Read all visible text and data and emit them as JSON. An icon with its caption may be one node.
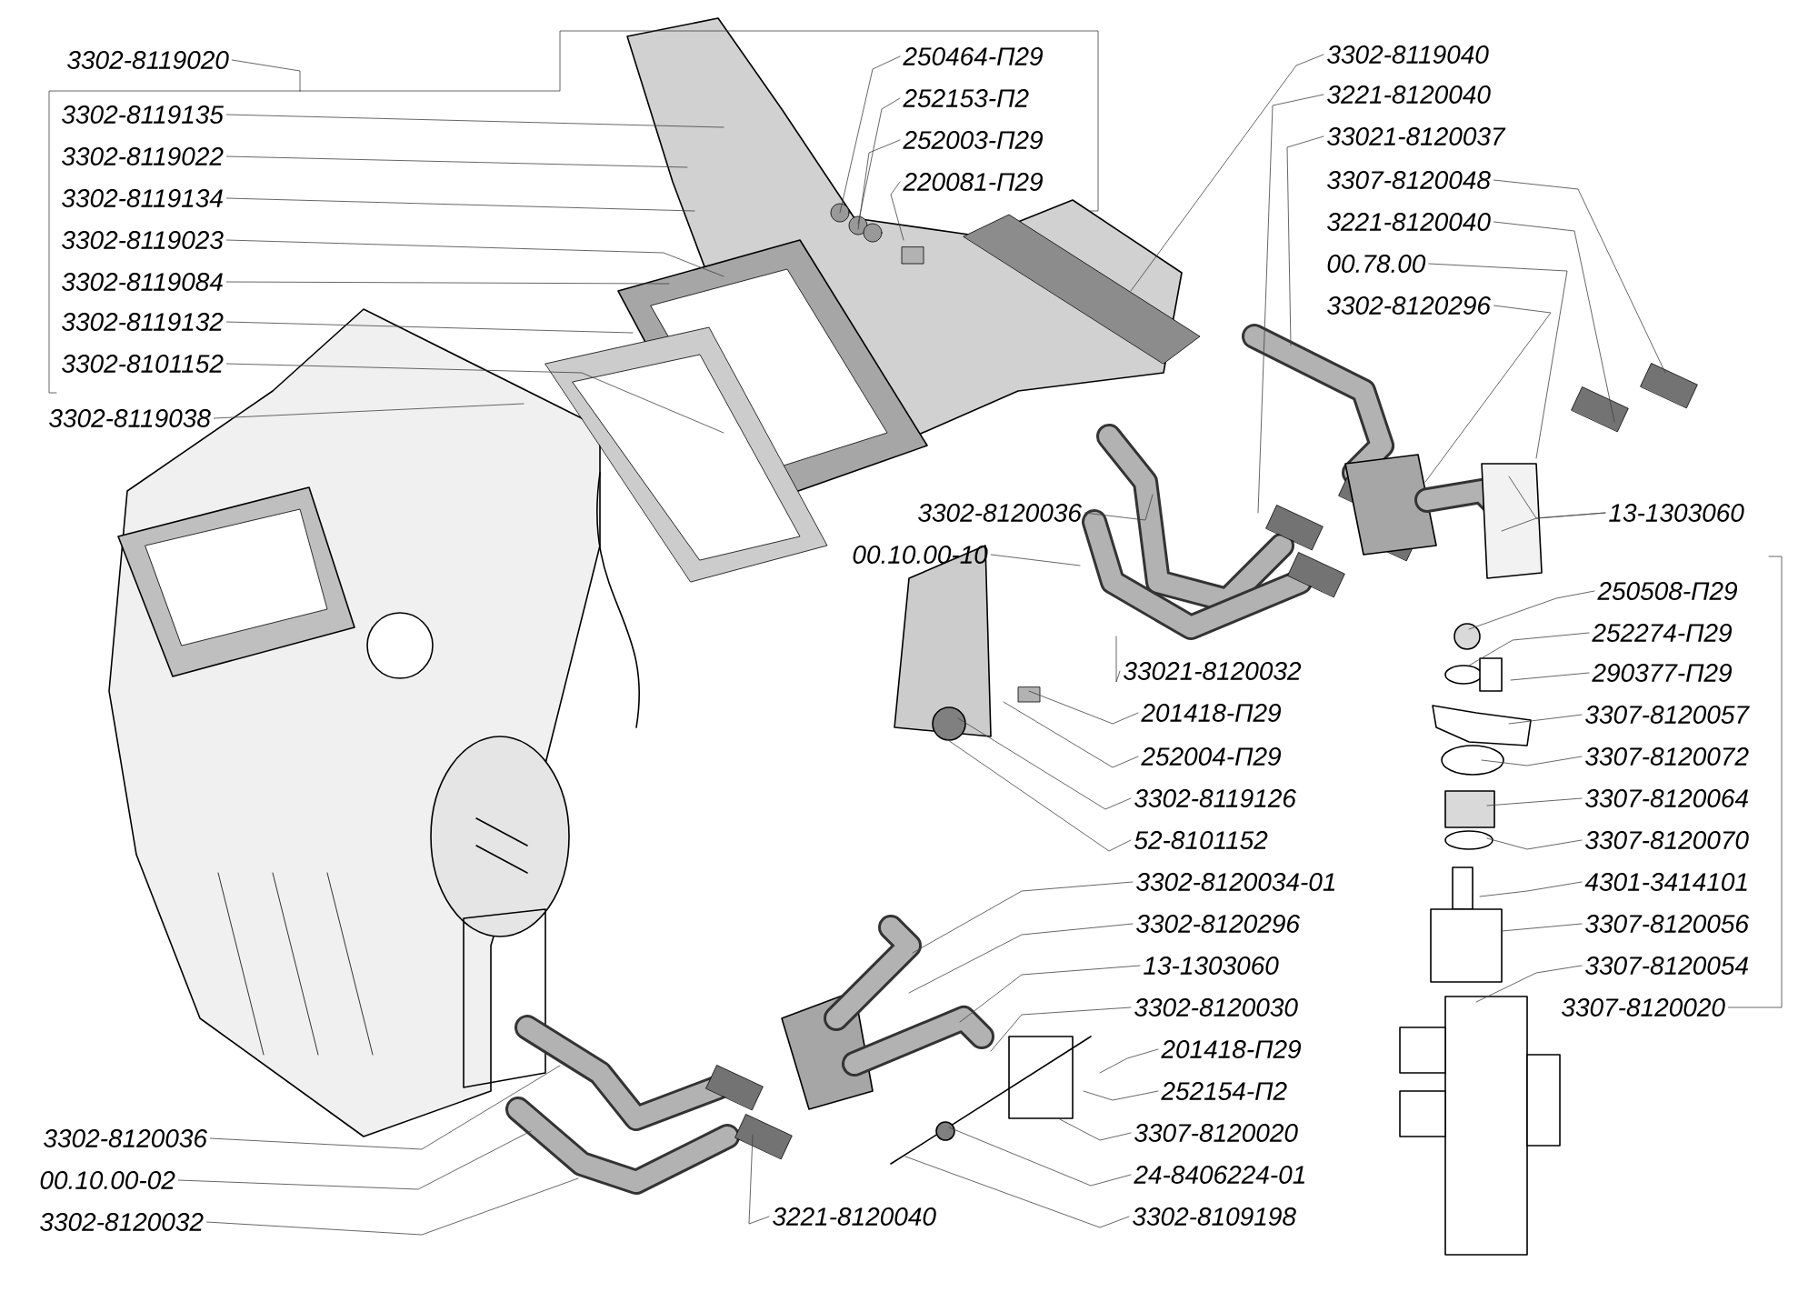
{
  "diagram": {
    "nodes": [
      {
        "text": [
          "3302-8119020"
        ]
      },
      {
        "text": [
          "3302-8119135"
        ]
      },
      {
        "text": [
          "3302-8119022"
        ]
      },
      {
        "text": [
          "3302-8119134"
        ]
      },
      {
        "text": [
          "3302-8119023"
        ]
      },
      {
        "text": [
          "3302-8119084"
        ]
      },
      {
        "text": [
          "3302-8119132"
        ]
      },
      {
        "text": [
          "3302-8101152"
        ]
      },
      {
        "text": [
          "3302-8119038"
        ]
      },
      {
        "text": [
          "250464-П29"
        ]
      },
      {
        "text": [
          "252153-П2"
        ]
      },
      {
        "text": [
          "252003-П29"
        ]
      },
      {
        "text": [
          "220081-П29"
        ]
      },
      {
        "text": [
          "3302-8119040"
        ]
      },
      {
        "text": [
          "3221-8120040"
        ]
      },
      {
        "text": [
          "33021-8120037"
        ]
      },
      {
        "text": [
          "3307-8120048"
        ]
      },
      {
        "text": [
          "3221-8120040"
        ]
      },
      {
        "text": [
          "00.78.00"
        ]
      },
      {
        "text": [
          "3302-8120296"
        ]
      },
      {
        "text": [
          "13-1303060"
        ]
      },
      {
        "text": [
          "3302-8120036"
        ]
      },
      {
        "text": [
          "00.10.00-10"
        ]
      },
      {
        "text": [
          "33021-8120032"
        ]
      },
      {
        "text": [
          "201418-П29"
        ]
      },
      {
        "text": [
          "252004-П29"
        ]
      },
      {
        "text": [
          "3302-8119126"
        ]
      },
      {
        "text": [
          "52-8101152"
        ]
      },
      {
        "text": [
          "250508-П29"
        ]
      },
      {
        "text": [
          "252274-П29"
        ]
      },
      {
        "text": [
          "290377-П29"
        ]
      },
      {
        "text": [
          "3307-8120057"
        ]
      },
      {
        "text": [
          "3307-8120072"
        ]
      },
      {
        "text": [
          "3307-8120064"
        ]
      },
      {
        "text": [
          "3307-8120070"
        ]
      },
      {
        "text": [
          "4301-3414101"
        ]
      },
      {
        "text": [
          "3307-8120056"
        ]
      },
      {
        "text": [
          "3307-8120054"
        ]
      },
      {
        "text": [
          "3307-8120020"
        ]
      },
      {
        "text": [
          "3302-8120034-01"
        ]
      },
      {
        "text": [
          "3302-8120296"
        ]
      },
      {
        "text": [
          "13-1303060"
        ]
      },
      {
        "text": [
          "3302-8120030"
        ]
      },
      {
        "text": [
          "201418-П29"
        ]
      },
      {
        "text": [
          "252154-П2"
        ]
      },
      {
        "text": [
          "3307-8120020"
        ]
      },
      {
        "text": [
          "24-8406224-01"
        ]
      },
      {
        "text": [
          "3302-8109198"
        ]
      },
      {
        "text": [
          "3221-8120040"
        ]
      },
      {
        "text": [
          "3302-8120036"
        ]
      },
      {
        "text": [
          "00.10.00-02"
        ]
      },
      {
        "text": [
          "3302-8120032"
        ]
      }
    ],
    "edges": [
      {
        "from": 0,
        "to": null,
        "arrow": "none"
      },
      {
        "from": 1,
        "to": null,
        "arrow": "none"
      },
      {
        "from": 2,
        "to": null,
        "arrow": "none"
      },
      {
        "from": 3,
        "to": null,
        "arrow": "none"
      },
      {
        "from": 4,
        "to": null,
        "arrow": "none"
      },
      {
        "from": 5,
        "to": null,
        "arrow": "none"
      },
      {
        "from": 6,
        "to": null,
        "arrow": "none"
      },
      {
        "from": 7,
        "to": null,
        "arrow": "none"
      },
      {
        "from": 8,
        "to": null,
        "arrow": "none"
      },
      {
        "from": 9,
        "to": null,
        "arrow": "none"
      },
      {
        "from": 10,
        "to": null,
        "arrow": "none"
      },
      {
        "from": 11,
        "to": null,
        "arrow": "none"
      },
      {
        "from": 12,
        "to": null,
        "arrow": "none"
      },
      {
        "from": 13,
        "to": null,
        "arrow": "none"
      },
      {
        "from": 14,
        "to": null,
        "arrow": "none"
      },
      {
        "from": 15,
        "to": null,
        "arrow": "none"
      },
      {
        "from": 16,
        "to": null,
        "arrow": "none"
      },
      {
        "from": 17,
        "to": null,
        "arrow": "none"
      },
      {
        "from": 18,
        "to": null,
        "arrow": "none"
      },
      {
        "from": 19,
        "to": null,
        "arrow": "none"
      },
      {
        "from": 20,
        "to": null,
        "arrow": "none"
      },
      {
        "from": 20,
        "to": null,
        "arrow": "none"
      },
      {
        "from": 21,
        "to": null,
        "arrow": "none"
      },
      {
        "from": 22,
        "to": null,
        "arrow": "none"
      },
      {
        "from": 23,
        "to": null,
        "arrow": "none"
      },
      {
        "from": 24,
        "to": null,
        "arrow": "none"
      },
      {
        "from": 25,
        "to": null,
        "arrow": "none"
      },
      {
        "from": 26,
        "to": null,
        "arrow": "none"
      },
      {
        "from": 27,
        "to": null,
        "arrow": "none"
      },
      {
        "from": 28,
        "to": null,
        "arrow": "none"
      },
      {
        "from": 29,
        "to": null,
        "arrow": "none"
      },
      {
        "from": 30,
        "to": null,
        "arrow": "none"
      },
      {
        "from": 31,
        "to": null,
        "arrow": "none"
      },
      {
        "from": 32,
        "to": null,
        "arrow": "none"
      },
      {
        "from": 33,
        "to": null,
        "arrow": "none"
      },
      {
        "from": 34,
        "to": null,
        "arrow": "none"
      },
      {
        "from": 35,
        "to": null,
        "arrow": "none"
      },
      {
        "from": 36,
        "to": null,
        "arrow": "none"
      },
      {
        "from": 37,
        "to": null,
        "arrow": "none"
      },
      {
        "from": 38,
        "to": null,
        "arrow": "none"
      },
      {
        "from": 39,
        "to": null,
        "arrow": "none"
      },
      {
        "from": 40,
        "to": null,
        "arrow": "none"
      },
      {
        "from": 41,
        "to": null,
        "arrow": "none"
      },
      {
        "from": 42,
        "to": null,
        "arrow": "none"
      },
      {
        "from": 43,
        "to": null,
        "arrow": "none"
      },
      {
        "from": 44,
        "to": null,
        "arrow": "none"
      },
      {
        "from": 45,
        "to": null,
        "arrow": "none"
      },
      {
        "from": 46,
        "to": null,
        "arrow": "none"
      },
      {
        "from": 47,
        "to": null,
        "arrow": "none"
      },
      {
        "from": 48,
        "to": null,
        "arrow": "none"
      },
      {
        "from": 49,
        "to": null,
        "arrow": "none"
      },
      {
        "from": 50,
        "to": null,
        "arrow": "none"
      },
      {
        "from": 51,
        "to": null,
        "arrow": "none"
      }
    ]
  }
}
